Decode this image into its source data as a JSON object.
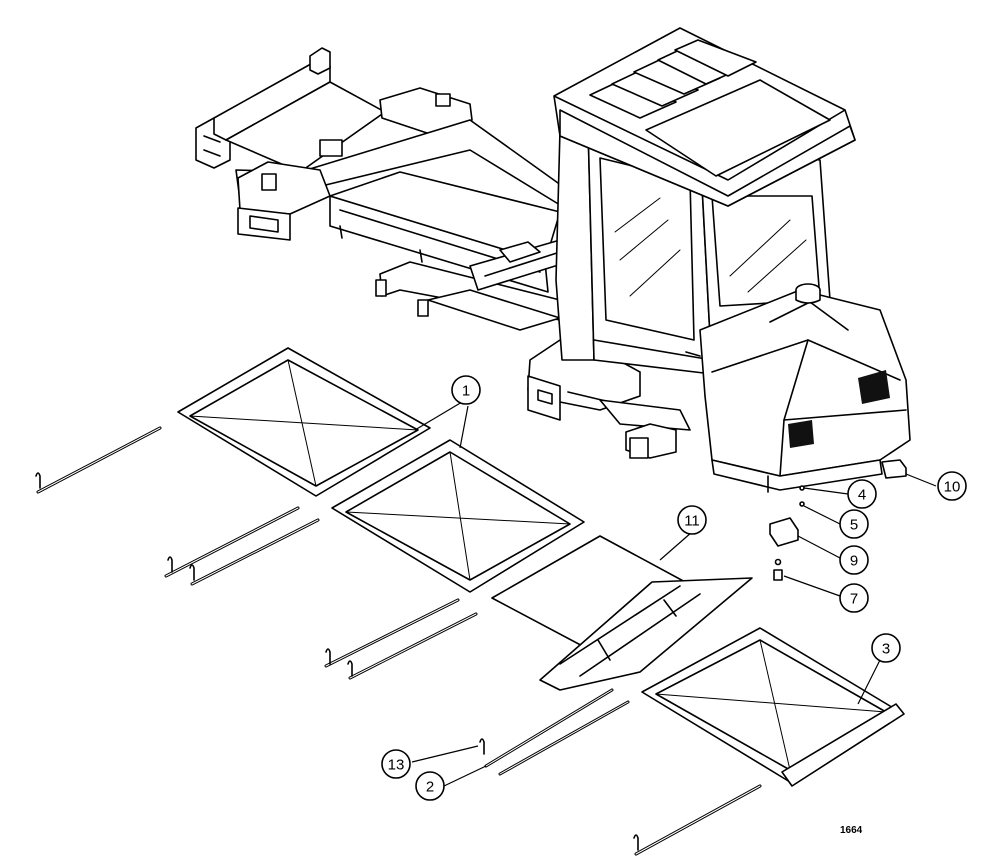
{
  "figure_number": "1664",
  "callouts": [
    {
      "id": "c1",
      "label": "1"
    },
    {
      "id": "c2",
      "label": "2"
    },
    {
      "id": "c3",
      "label": "3"
    },
    {
      "id": "c4",
      "label": "4"
    },
    {
      "id": "c5",
      "label": "5"
    },
    {
      "id": "c7",
      "label": "7"
    },
    {
      "id": "c9",
      "label": "9"
    },
    {
      "id": "c10",
      "label": "10"
    },
    {
      "id": "c11",
      "label": "11"
    },
    {
      "id": "c13",
      "label": "13"
    }
  ]
}
